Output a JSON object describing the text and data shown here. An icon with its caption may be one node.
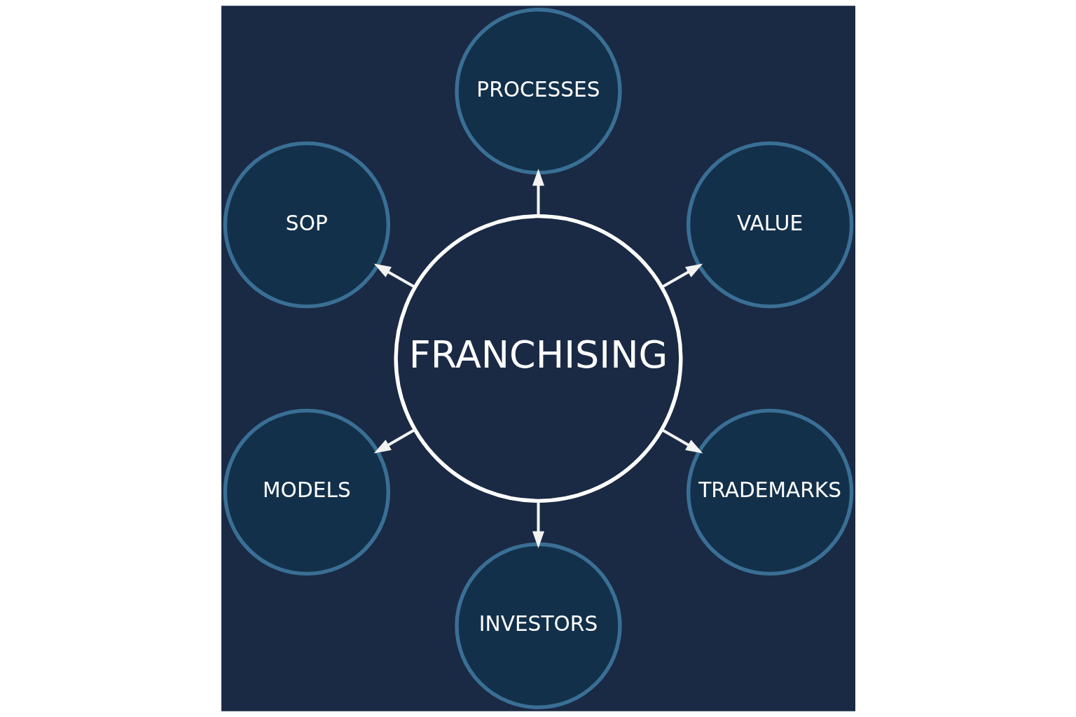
{
  "diagram": {
    "nodes": [
      {
        "text": [
          "FRANCHISING"
        ]
      },
      {
        "text": [
          "VALUE"
        ]
      },
      {
        "text": [
          "PROCESSES"
        ]
      },
      {
        "text": [
          "SOP"
        ]
      },
      {
        "text": [
          "MODELS"
        ]
      },
      {
        "text": [
          "INVESTORS"
        ]
      },
      {
        "text": [
          "TRADEMARKS"
        ]
      }
    ],
    "edges": [
      {
        "from": 0,
        "to": 1,
        "arrow": "to"
      },
      {
        "from": 0,
        "to": 2,
        "arrow": "to"
      },
      {
        "from": 0,
        "to": 3,
        "arrow": "to"
      },
      {
        "from": 0,
        "to": 4,
        "arrow": "to"
      },
      {
        "from": 0,
        "to": 5,
        "arrow": "to"
      },
      {
        "from": 0,
        "to": 6,
        "arrow": "to"
      }
    ]
  }
}
